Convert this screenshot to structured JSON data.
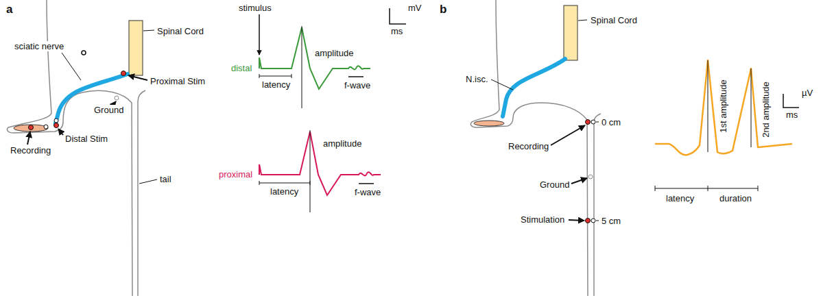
{
  "diagram": {
    "labels": [
      "a",
      "Spinal Cord",
      "sciatic nerve",
      "Proximal Stim",
      "Ground",
      "Distal Stim",
      "Recording",
      "tail",
      "stimulus",
      "distal",
      "latency",
      "amplitude",
      "f-wave",
      "proximal",
      "latency",
      "amplitude",
      "f-wave",
      "mV",
      "ms",
      "b",
      "Spinal Cord",
      "N.isc.",
      "Recording",
      "0 cm",
      "Ground",
      "Stimulation",
      "5 cm",
      "1st amplitude",
      "2nd amplitude",
      "µV",
      "ms",
      "latency",
      "duration"
    ]
  }
}
